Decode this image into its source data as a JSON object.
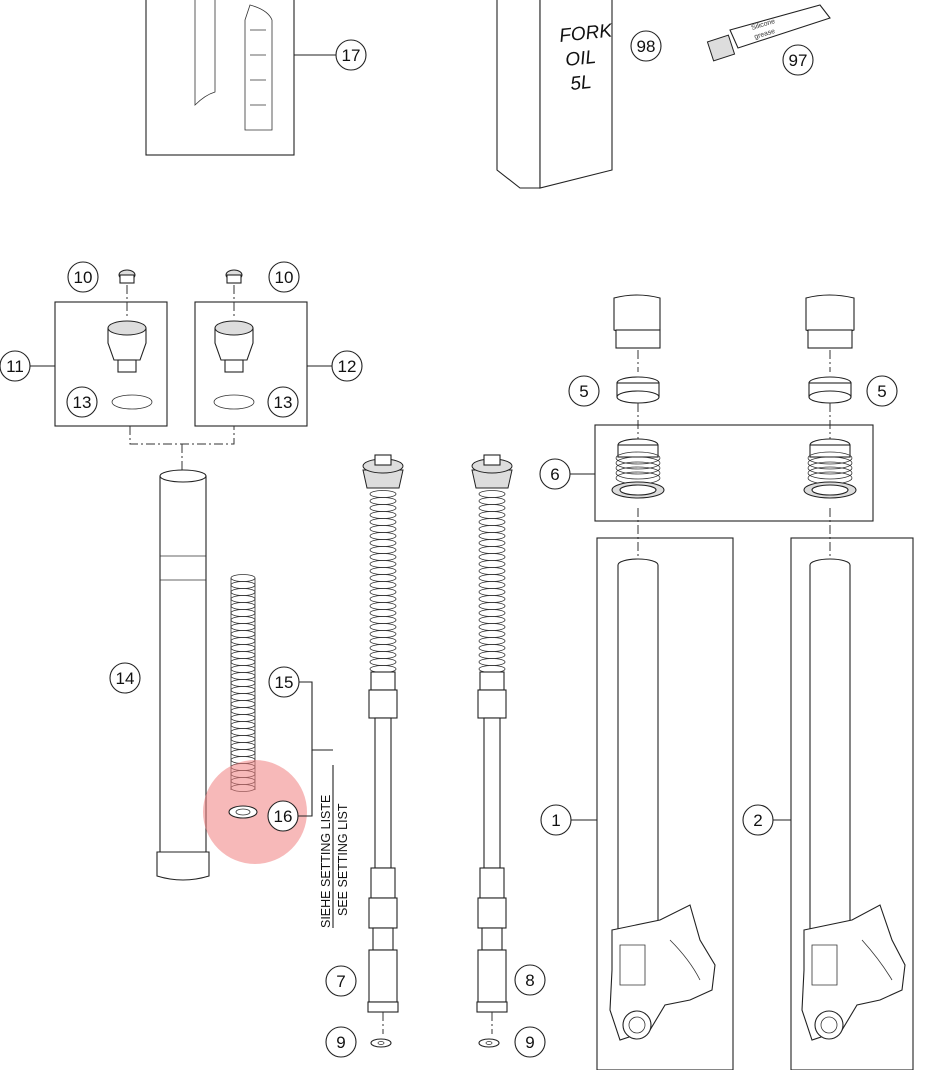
{
  "callouts": {
    "c1": "1",
    "c2": "2",
    "c5a": "5",
    "c5b": "5",
    "c6": "6",
    "c7": "7",
    "c8": "8",
    "c9a": "9",
    "c9b": "9",
    "c10a": "10",
    "c10b": "10",
    "c11": "11",
    "c12": "12",
    "c13a": "13",
    "c13b": "13",
    "c14": "14",
    "c15": "15",
    "c16": "16",
    "c17": "17",
    "c97": "97",
    "c98": "98"
  },
  "oil_can": {
    "line1": "FORK",
    "line2": "OIL",
    "line3": "5L"
  },
  "grease_tube": {
    "line1": "Silicone",
    "line2": "grease"
  },
  "setting_note": {
    "line1": "SIEHE SETTING LISTE",
    "line2": "SEE SETTING LIST"
  },
  "highlight_color": "#f08080"
}
